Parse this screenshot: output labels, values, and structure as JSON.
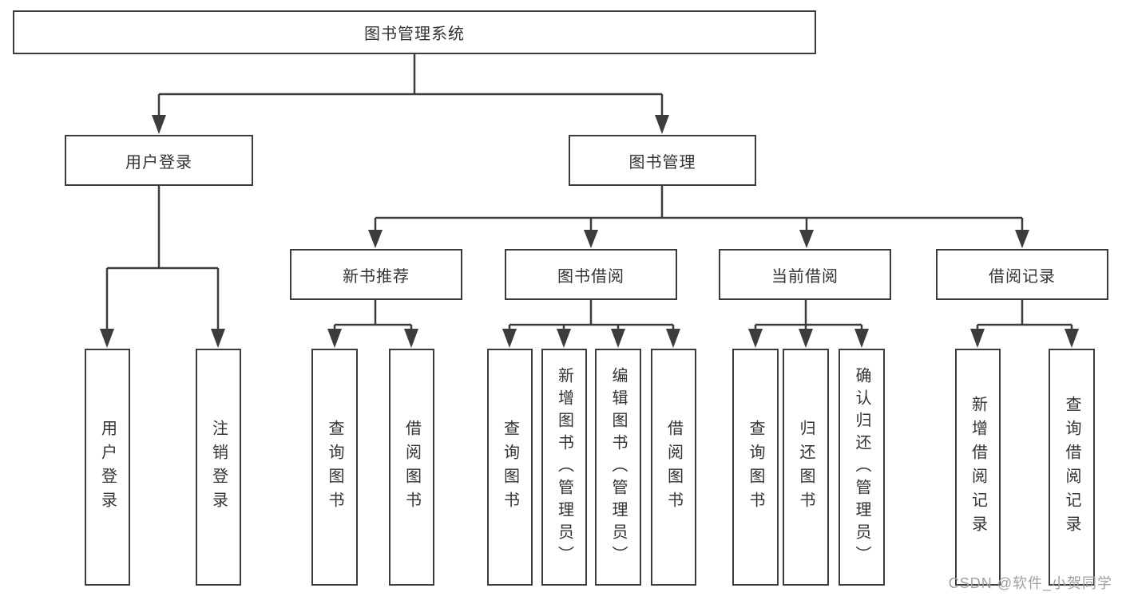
{
  "diagram": {
    "root": {
      "label": "图书管理系统"
    },
    "level2": {
      "user_login": {
        "label": "用户登录"
      },
      "book_mgmt": {
        "label": "图书管理"
      }
    },
    "level3": {
      "new_books": {
        "label": "新书推荐"
      },
      "book_borrow": {
        "label": "图书借阅"
      },
      "current_borrow": {
        "label": "当前借阅"
      },
      "borrow_records": {
        "label": "借阅记录"
      }
    },
    "leaves": {
      "user_login": [
        "用户登录",
        "注销登录"
      ],
      "new_books": [
        "查询图书",
        "借阅图书"
      ],
      "book_borrow": [
        "查询图书",
        "新增图书（管理员）",
        "编辑图书（管理员）",
        "借阅图书"
      ],
      "current_borrow": [
        "查询图书",
        "归还图书",
        "确认归还（管理员）"
      ],
      "borrow_records": [
        "新增借阅记录",
        "查询借阅记录"
      ]
    }
  },
  "watermark": "CSDN @软件_小贺同学",
  "colors": {
    "line": "#3c3c3c",
    "text": "#333333",
    "watermark": "#a0a0a0",
    "background": "#ffffff"
  }
}
